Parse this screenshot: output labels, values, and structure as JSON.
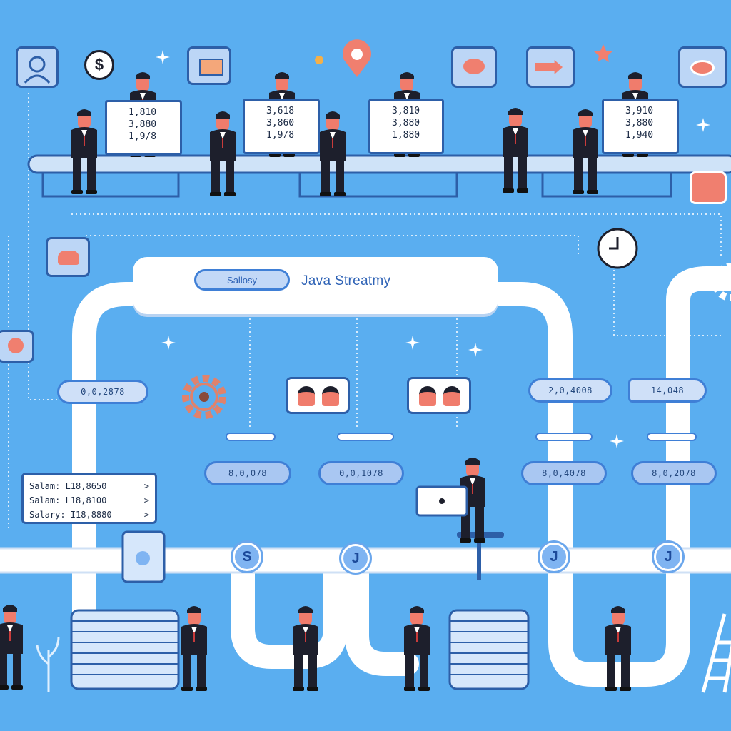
{
  "title": {
    "tag_label": "Sallosy",
    "heading": "Java Streatmy"
  },
  "monitors": [
    {
      "lines": [
        "1,810",
        "3,880",
        "1,9/8"
      ]
    },
    {
      "lines": [
        "3,618",
        "3,860",
        "1,9/8"
      ]
    },
    {
      "lines": [
        "3,810",
        "3,880",
        "1,880"
      ]
    },
    {
      "lines": [
        "3,910",
        "3,880",
        "1,940"
      ]
    }
  ],
  "pipe_labels": {
    "upper": [
      "0,0,2878",
      "2,0,4008",
      "14,048"
    ],
    "lower": [
      "8,0,078",
      "0,0,1078",
      "8,0,4078",
      "8,0,2078"
    ]
  },
  "valves": [
    "S",
    "J",
    "J",
    "J"
  ],
  "salary_list": [
    {
      "label": "Salam: L18,8650",
      "arrow": ">"
    },
    {
      "label": "Salam: L18,8100",
      "arrow": ">"
    },
    {
      "label": "Salary: I18,8880",
      "arrow": ">"
    }
  ],
  "icons": {
    "top_row": [
      "user-icon",
      "dollar-bubble-icon",
      "chart-icon",
      "location-pin-icon",
      "shape-icon",
      "arrow-icon",
      "eye-icon"
    ],
    "misc": [
      "clock-icon",
      "gear-icon",
      "database-icon",
      "people-icon"
    ]
  },
  "colors": {
    "background": "#5aaef0",
    "pipe": "#ffffff",
    "outline": "#2d5fa8",
    "accent": "#f07f6f",
    "suit": "#1d1f2c"
  }
}
